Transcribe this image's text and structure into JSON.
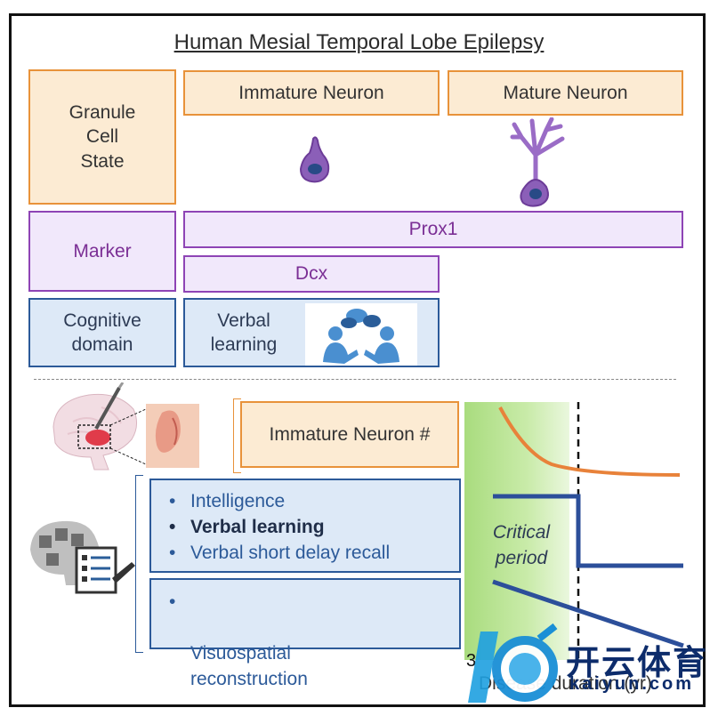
{
  "title": "Human Mesial Temporal Lobe Epilepsy",
  "row_labels": {
    "granule_cell_state": "Granule\nCell\nState",
    "marker": "Marker",
    "cognitive_domain": "Cognitive\ndomain"
  },
  "headers": {
    "immature": "Immature Neuron",
    "mature": "Mature Neuron"
  },
  "markers": {
    "prox1": "Prox1",
    "dcx": "Dcx"
  },
  "cognitive": {
    "verbal_learning": "Verbal\nlearning"
  },
  "bottom": {
    "immature_count": "Immature Neuron #",
    "bullets_group1": [
      "Intelligence",
      "Verbal learning",
      "Verbal short delay recall"
    ],
    "bullets_group2": [
      "Visuospatial\nreconstruction"
    ],
    "critical_period": "Critical\nperiod",
    "axis_tick": "3",
    "axis_label": "Disease duration (yr)"
  },
  "watermark": {
    "text_cn": "开云体育",
    "text_en": "kaiyun.com"
  },
  "colors": {
    "orange": "#e8923a",
    "purple": "#8e44b5",
    "blue": "#2c5a99",
    "green": "#b6e28a"
  }
}
